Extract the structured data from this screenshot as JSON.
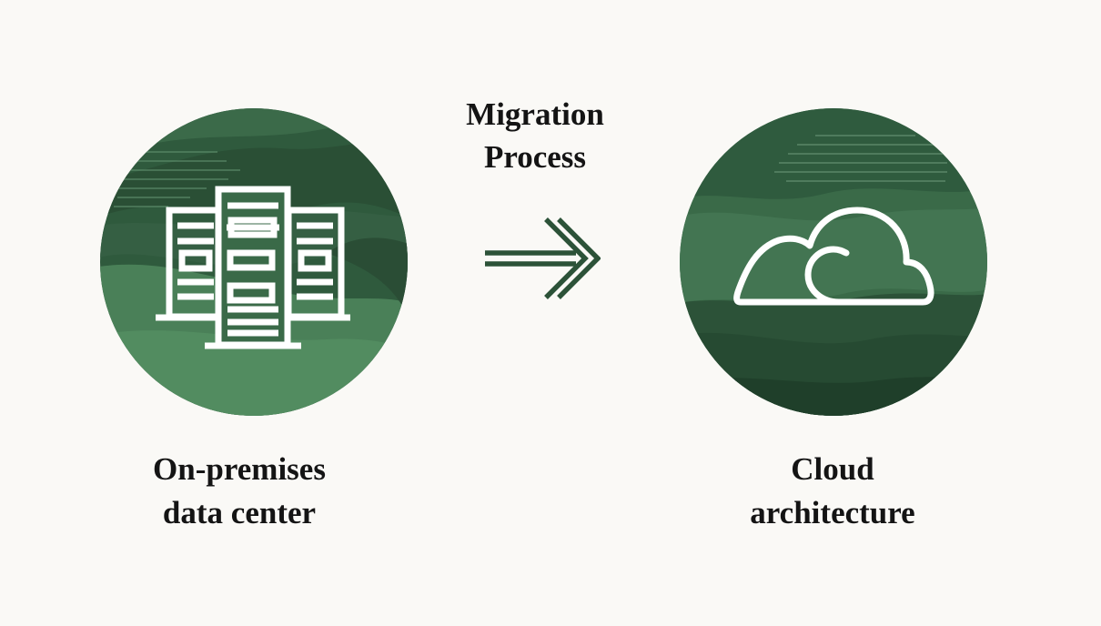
{
  "diagram": {
    "process_label": {
      "line1": "Migration",
      "line2": "Process"
    },
    "source": {
      "line1": "On-premises",
      "line2": "data center",
      "icon": "server-rack-icon"
    },
    "target": {
      "line1": "Cloud",
      "line2": "architecture",
      "icon": "cloud-icon"
    },
    "colors": {
      "dark_green": "#2c5238",
      "mid_green": "#3d6e4b",
      "light_green": "#4f8a5e",
      "background": "#faf9f6",
      "text": "#141414"
    }
  }
}
